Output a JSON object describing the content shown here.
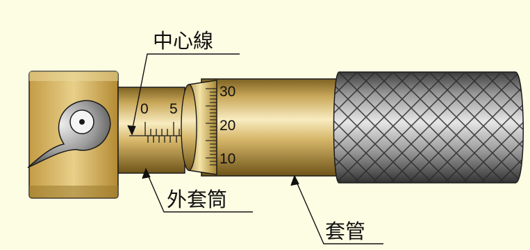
{
  "diagram": {
    "labels": {
      "center_line": "中心線",
      "sleeve": "外套筒",
      "thimble": "套管"
    },
    "sleeve_scale": [
      "0",
      "5"
    ],
    "thimble_scale": [
      "30",
      "20",
      "10"
    ]
  },
  "colors": {
    "background": "#fdfde4",
    "brass_light": "#f1e0a0",
    "brass_mid": "#c9a85a",
    "brass_dark": "#7d6222",
    "knurl_light": "#d8d8d8",
    "knurl_dark": "#4a4a4a",
    "outline": "#1a1a1a"
  }
}
